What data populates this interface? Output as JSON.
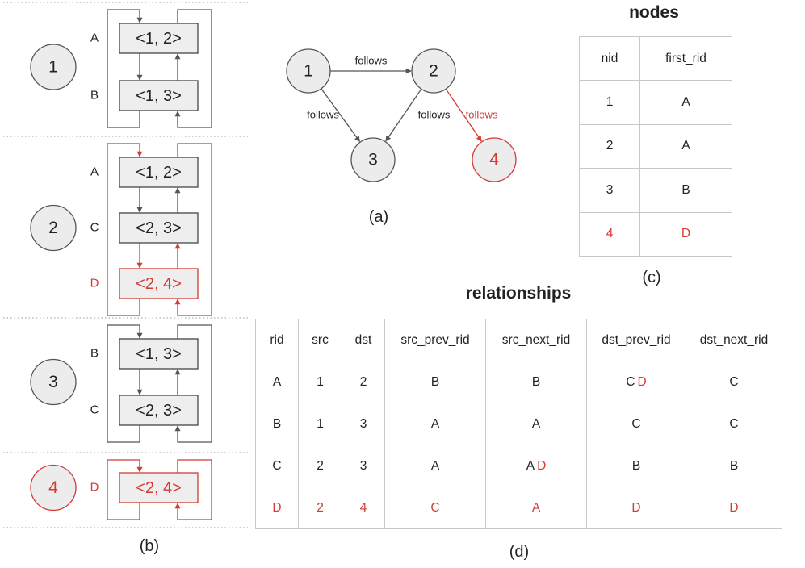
{
  "colors": {
    "highlight": "#d33b35",
    "box_fill": "#eeeeee",
    "node_fill": "#ececec",
    "line": "#555555"
  },
  "panel_b": {
    "caption": "(b)",
    "groups": [
      {
        "node": "1",
        "highlight": false,
        "records": [
          {
            "rid": "A",
            "pair": "<1, 2>",
            "highlight": false
          },
          {
            "rid": "B",
            "pair": "<1, 3>",
            "highlight": false
          }
        ]
      },
      {
        "node": "2",
        "highlight": false,
        "records": [
          {
            "rid": "A",
            "pair": "<1, 2>",
            "highlight": false
          },
          {
            "rid": "C",
            "pair": "<2, 3>",
            "highlight": false
          },
          {
            "rid": "D",
            "pair": "<2, 4>",
            "highlight": true
          }
        ]
      },
      {
        "node": "3",
        "highlight": false,
        "records": [
          {
            "rid": "B",
            "pair": "<1, 3>",
            "highlight": false
          },
          {
            "rid": "C",
            "pair": "<2, 3>",
            "highlight": false
          }
        ]
      },
      {
        "node": "4",
        "highlight": true,
        "records": [
          {
            "rid": "D",
            "pair": "<2, 4>",
            "highlight": true
          }
        ]
      }
    ]
  },
  "panel_a": {
    "caption": "(a)",
    "nodes": [
      {
        "id": "1",
        "highlight": false
      },
      {
        "id": "2",
        "highlight": false
      },
      {
        "id": "3",
        "highlight": false
      },
      {
        "id": "4",
        "highlight": true
      }
    ],
    "edges": [
      {
        "from": "1",
        "to": "2",
        "label": "follows",
        "highlight": false
      },
      {
        "from": "1",
        "to": "3",
        "label": "follows",
        "highlight": false
      },
      {
        "from": "2",
        "to": "3",
        "label": "follows",
        "highlight": false
      },
      {
        "from": "2",
        "to": "4",
        "label": "follows",
        "highlight": true
      }
    ]
  },
  "nodes_table": {
    "title": "nodes",
    "caption": "(c)",
    "columns": [
      "nid",
      "first_rid"
    ],
    "rows": [
      {
        "cells": [
          "1",
          "A"
        ],
        "highlight": false
      },
      {
        "cells": [
          "2",
          "A"
        ],
        "highlight": false
      },
      {
        "cells": [
          "3",
          "B"
        ],
        "highlight": false
      },
      {
        "cells": [
          "4",
          "D"
        ],
        "highlight": true
      }
    ]
  },
  "relationships_table": {
    "title": "relationships",
    "caption": "(d)",
    "columns": [
      "rid",
      "src",
      "dst",
      "src_prev_rid",
      "src_next_rid",
      "dst_prev_rid",
      "dst_next_rid"
    ],
    "rows": [
      {
        "cells": [
          "A",
          "1",
          "2",
          "B",
          "B",
          {
            "old": "C",
            "new": "D"
          },
          "C"
        ],
        "highlight": false
      },
      {
        "cells": [
          "B",
          "1",
          "3",
          "A",
          "A",
          "C",
          "C"
        ],
        "highlight": false
      },
      {
        "cells": [
          "C",
          "2",
          "3",
          "A",
          {
            "old": "A",
            "new": "D"
          },
          "B",
          "B"
        ],
        "highlight": false
      },
      {
        "cells": [
          "D",
          "2",
          "4",
          "C",
          "A",
          "D",
          "D"
        ],
        "highlight": true
      }
    ]
  }
}
